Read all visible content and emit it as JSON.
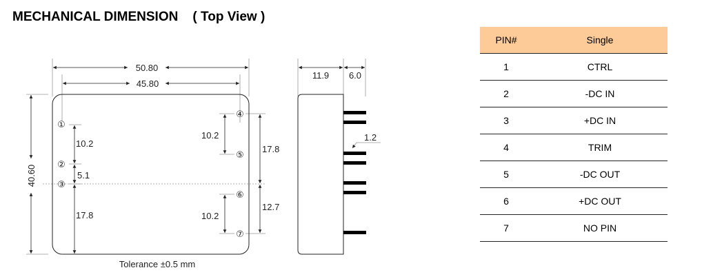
{
  "title": "MECHANICAL DIMENSION    ( Top View )",
  "diagram": {
    "width_overall": "50.80",
    "width_pins": "45.80",
    "height_overall": "40.60",
    "left_pin1_2": "10.2",
    "left_pin2_3": "5.1",
    "left_pin3_bottom": "17.8",
    "right_pin4_5": "10.2",
    "right_pin6_7": "10.2",
    "right_pin4_center": "17.8",
    "right_center_pin7": "12.7",
    "side_body_depth": "11.9",
    "side_pin_length": "6.0",
    "pin_width": "1.2",
    "pins": [
      "①",
      "②",
      "③",
      "④",
      "⑤",
      "⑥",
      "⑦"
    ],
    "tolerance": "Tolerance ±0.5 mm"
  },
  "table": {
    "headers": [
      "PIN#",
      "Single"
    ],
    "rows": [
      [
        "1",
        "CTRL"
      ],
      [
        "2",
        "-DC IN"
      ],
      [
        "3",
        "+DC IN"
      ],
      [
        "4",
        "TRIM"
      ],
      [
        "5",
        "-DC OUT"
      ],
      [
        "6",
        "+DC OUT"
      ],
      [
        "7",
        "NO PIN"
      ]
    ]
  }
}
